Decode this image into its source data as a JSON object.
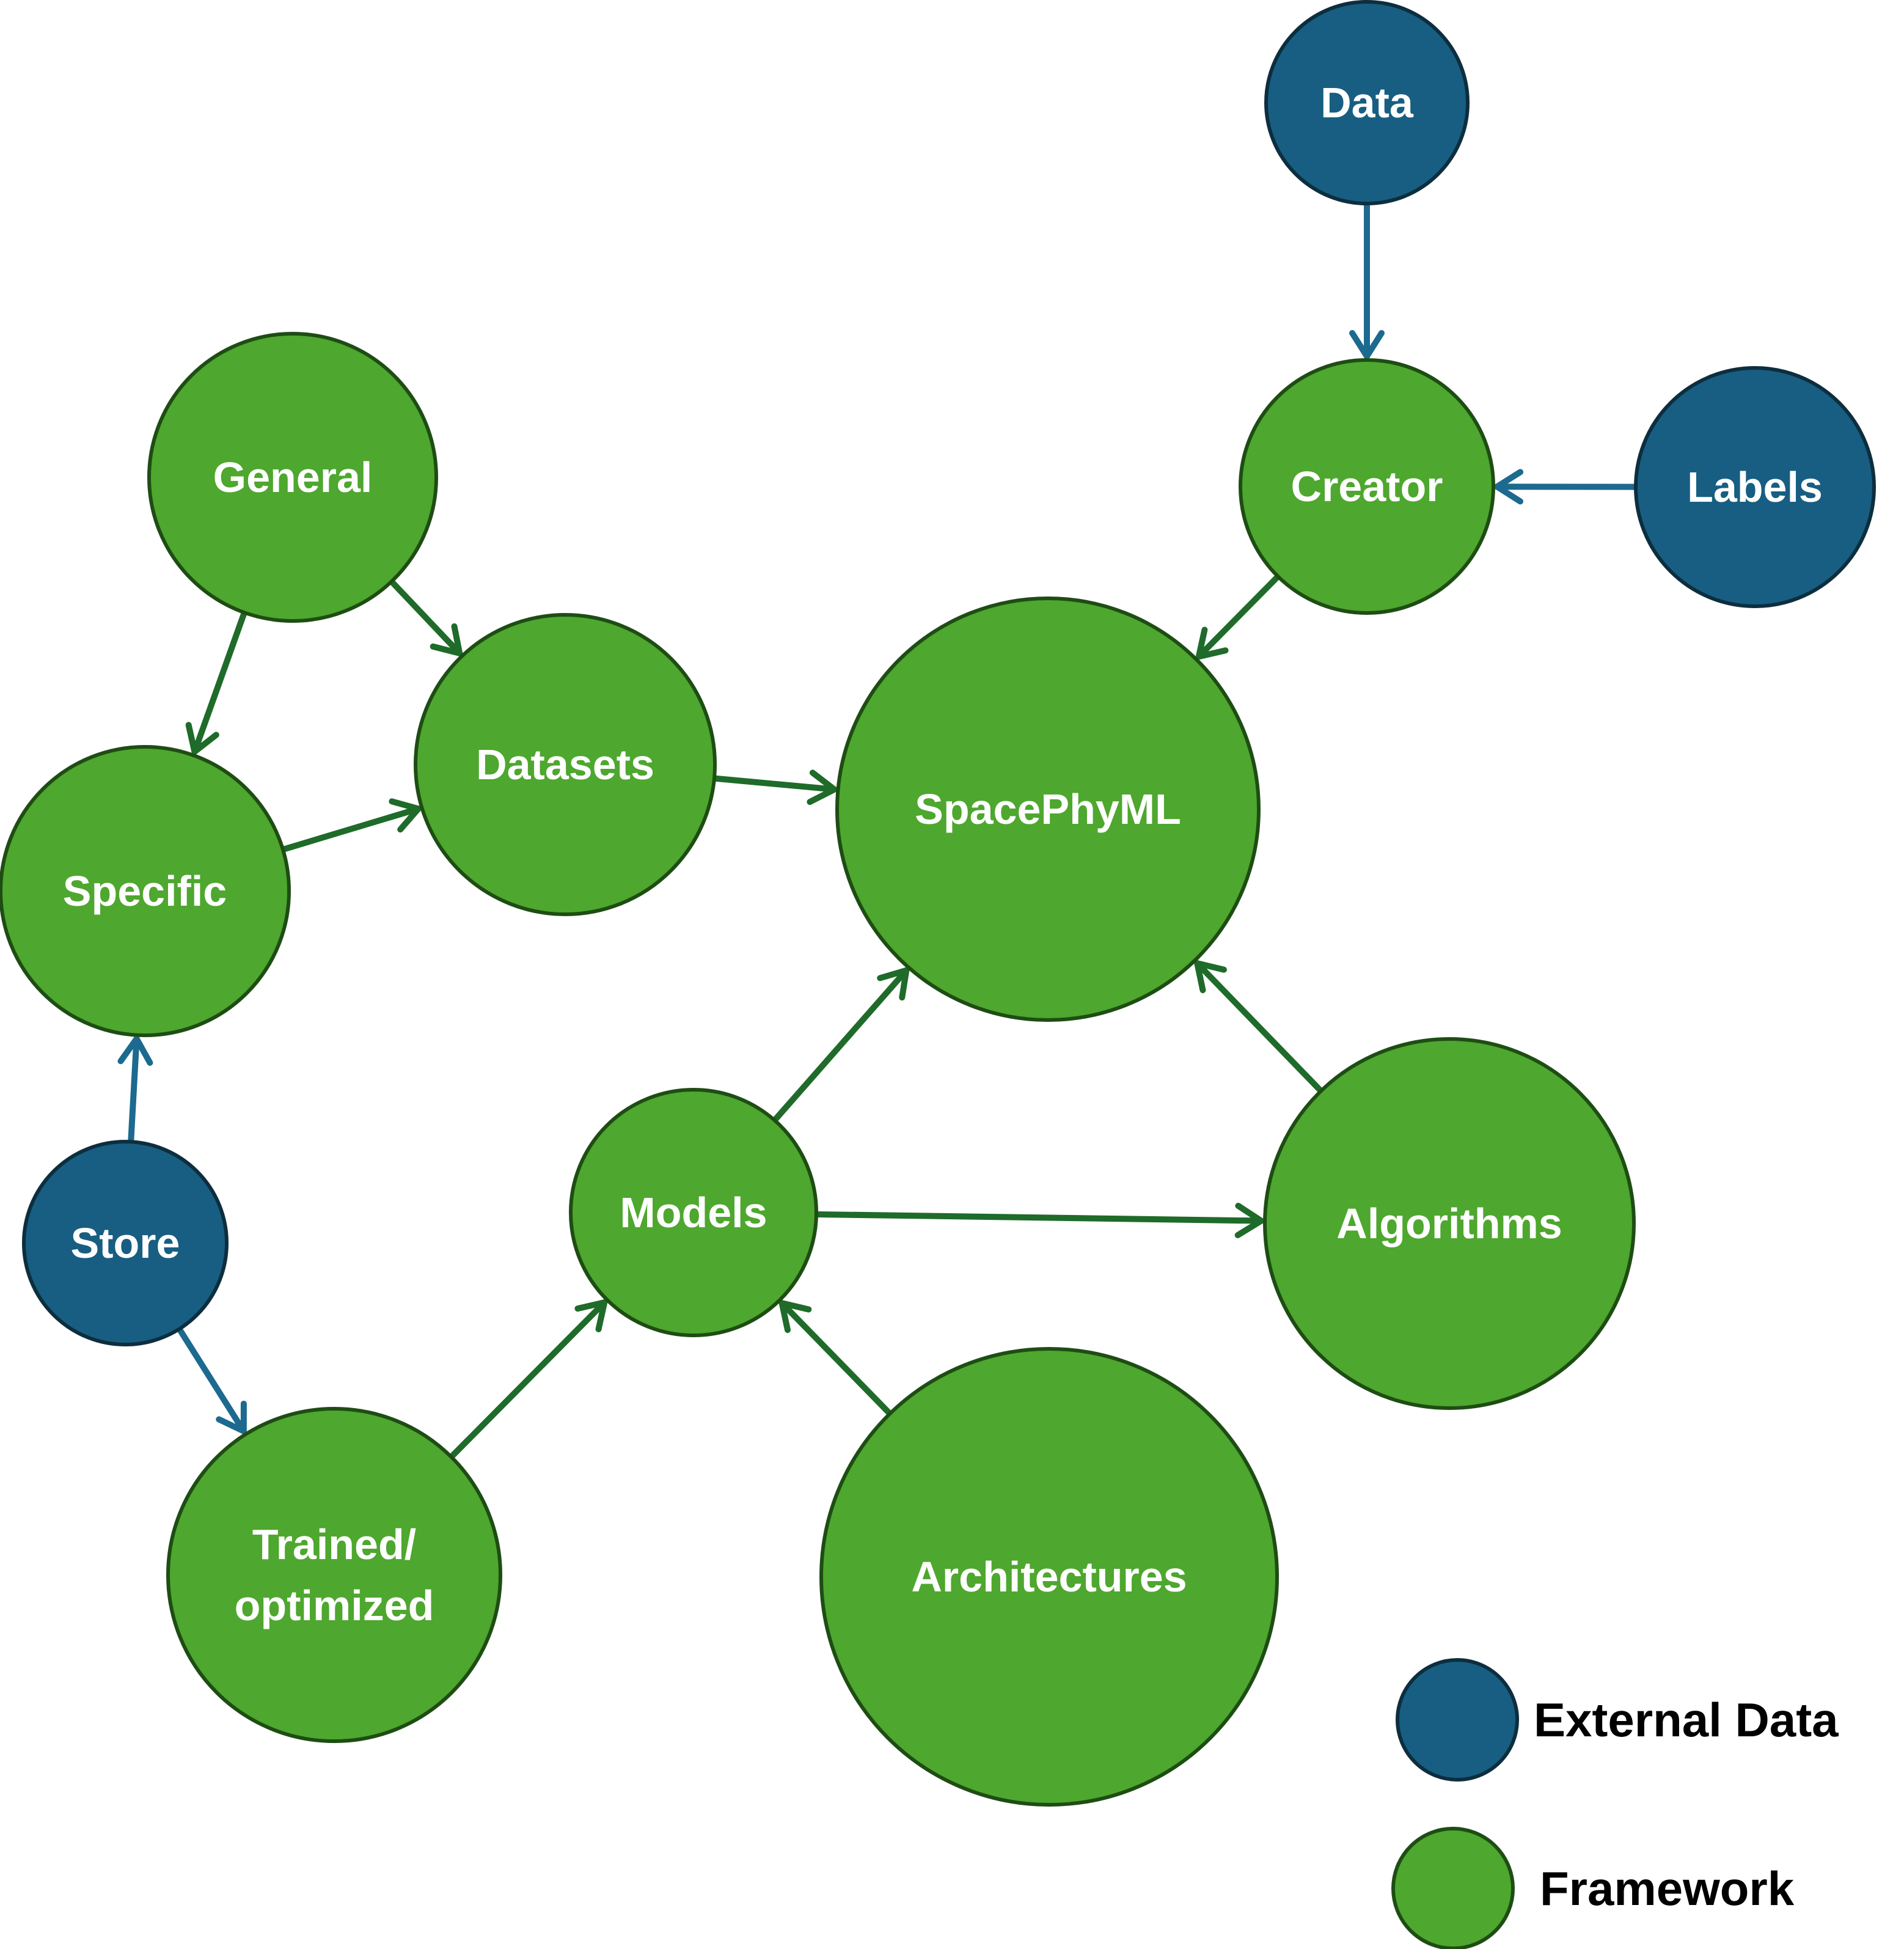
{
  "colors": {
    "external_fill": "#175E82",
    "external_stroke": "#0D2E3E",
    "framework_fill": "#4EA72E",
    "framework_stroke": "#1E4D14",
    "edge_external": "#1C6A8F",
    "edge_framework": "#1F6B2A"
  },
  "nodes": {
    "data": {
      "label": "Data",
      "kind": "external"
    },
    "labels": {
      "label": "Labels",
      "kind": "external"
    },
    "store": {
      "label": "Store",
      "kind": "external"
    },
    "creator": {
      "label": "Creator",
      "kind": "framework"
    },
    "general": {
      "label": "General",
      "kind": "framework"
    },
    "datasets": {
      "label": "Datasets",
      "kind": "framework"
    },
    "specific": {
      "label": "Specific",
      "kind": "framework"
    },
    "spacephyml": {
      "label": "SpacePhyML",
      "kind": "framework"
    },
    "models": {
      "label": "Models",
      "kind": "framework"
    },
    "algorithms": {
      "label": "Algorithms",
      "kind": "framework"
    },
    "trained": {
      "label_line1": "Trained/",
      "label_line2": "optimized",
      "kind": "framework"
    },
    "architectures": {
      "label": "Architectures",
      "kind": "framework"
    }
  },
  "edges": [
    {
      "from": "data",
      "to": "creator",
      "kind": "external"
    },
    {
      "from": "labels",
      "to": "creator",
      "kind": "external"
    },
    {
      "from": "creator",
      "to": "spacephyml",
      "kind": "framework"
    },
    {
      "from": "general",
      "to": "datasets",
      "kind": "framework"
    },
    {
      "from": "general",
      "to": "specific",
      "kind": "framework"
    },
    {
      "from": "specific",
      "to": "datasets",
      "kind": "framework"
    },
    {
      "from": "datasets",
      "to": "spacephyml",
      "kind": "framework"
    },
    {
      "from": "store",
      "to": "specific",
      "kind": "external"
    },
    {
      "from": "store",
      "to": "trained",
      "kind": "external"
    },
    {
      "from": "trained",
      "to": "models",
      "kind": "framework"
    },
    {
      "from": "models",
      "to": "spacephyml",
      "kind": "framework"
    },
    {
      "from": "models",
      "to": "algorithms",
      "kind": "framework"
    },
    {
      "from": "algorithms",
      "to": "spacephyml",
      "kind": "framework"
    },
    {
      "from": "architectures",
      "to": "models",
      "kind": "framework"
    }
  ],
  "legend": {
    "external_label": "External Data",
    "framework_label": "Framework"
  }
}
